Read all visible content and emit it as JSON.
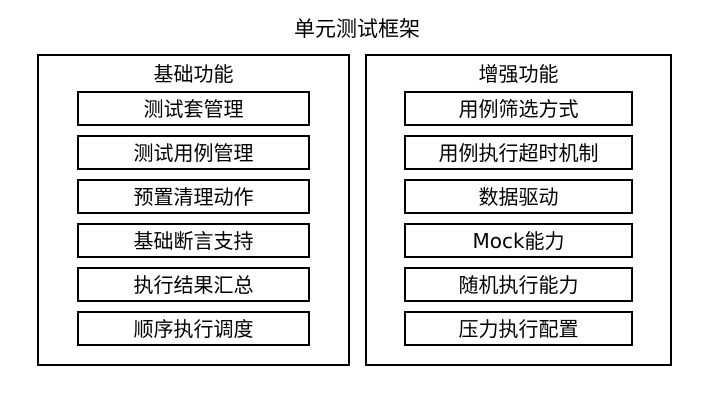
{
  "diagram": {
    "title": "单元测试框架",
    "groups": [
      {
        "header": "基础功能",
        "items": [
          {
            "label": "测试套管理"
          },
          {
            "label": "测试用例管理"
          },
          {
            "label": "预置清理动作"
          },
          {
            "label": "基础断言支持"
          },
          {
            "label": "执行结果汇总"
          },
          {
            "label": "顺序执行调度"
          }
        ]
      },
      {
        "header": "增强功能",
        "items": [
          {
            "label": "用例筛选方式"
          },
          {
            "label": "用例执行超时机制"
          },
          {
            "label": "数据驱动"
          },
          {
            "label": "Mock能力"
          },
          {
            "label": "随机执行能力"
          },
          {
            "label": "压力执行配置"
          }
        ]
      }
    ],
    "colors": {
      "background": "#ffffff",
      "border": "#000000",
      "text": "#000000"
    }
  }
}
